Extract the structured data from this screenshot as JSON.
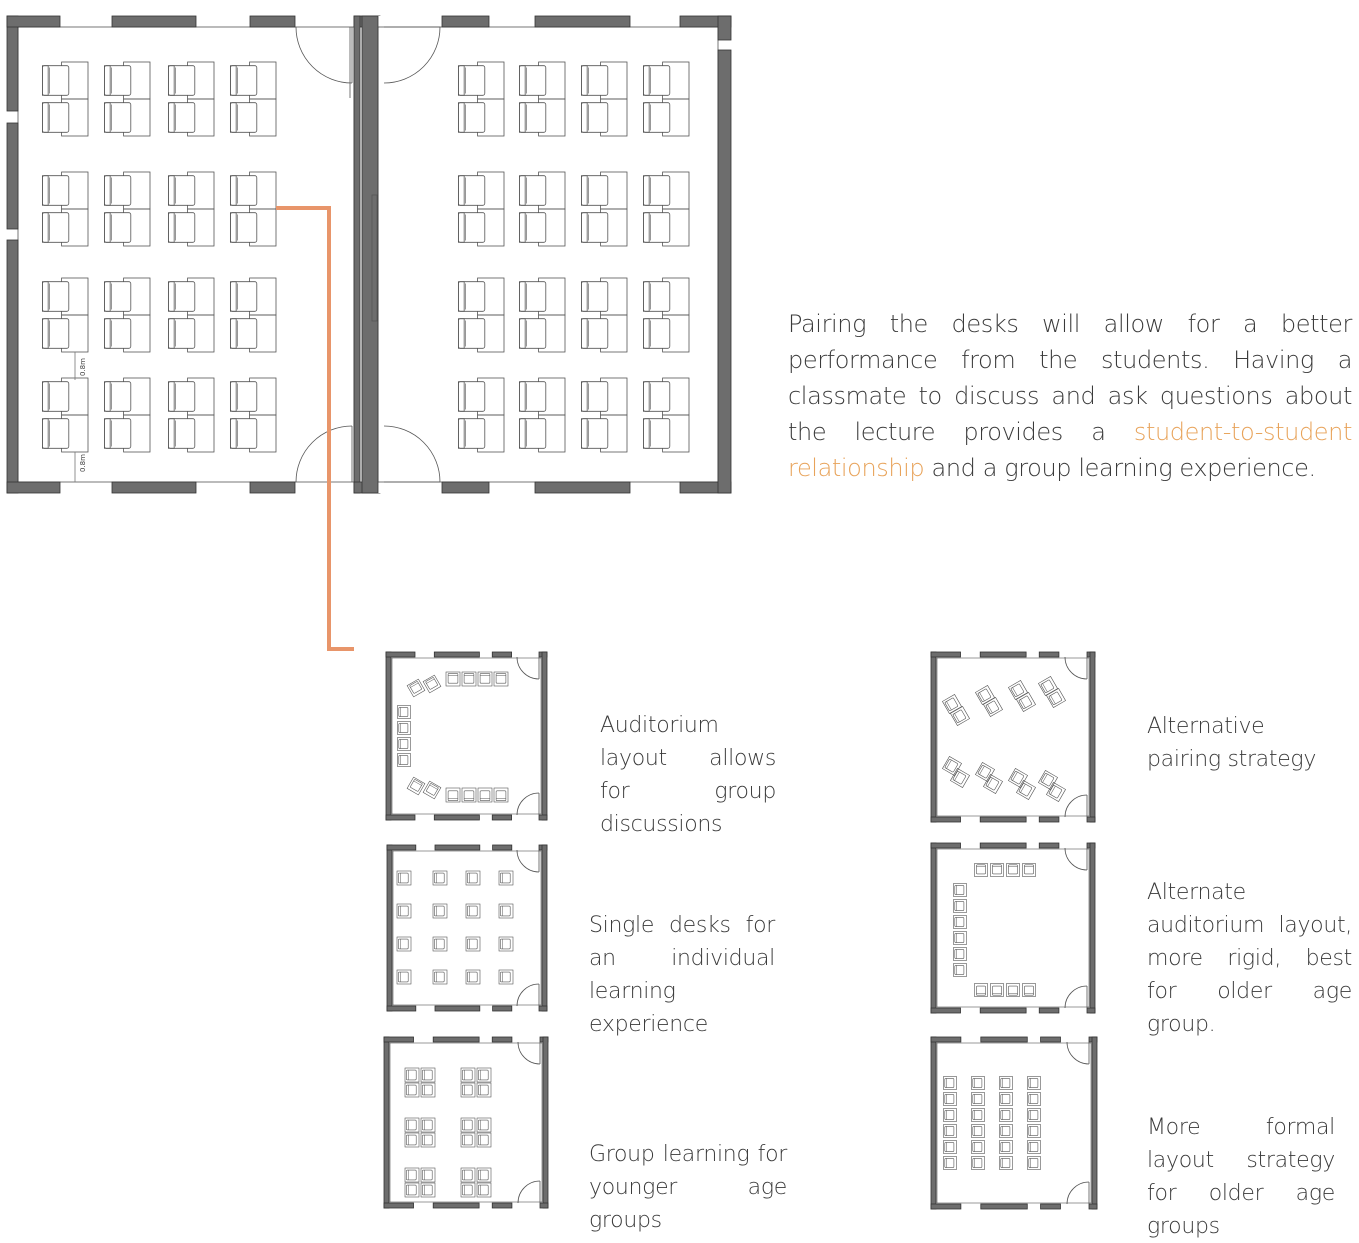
{
  "colors": {
    "wall": "#6d6d6d",
    "line": "#555555",
    "connector": "#e8956a",
    "accent_text": "#e8a35a",
    "text": "#3a3a3a"
  },
  "plan": {
    "dimension_label": "0.8m"
  },
  "description": {
    "before": "Pairing the desks will allow for a better performance from the students. Having a classmate to discuss and ask questions about the lecture provides a ",
    "highlight": "student-to-student relationship",
    "after": " and a group learning experience."
  },
  "layouts": [
    {
      "caption": "Auditorium layout allows for group discussions"
    },
    {
      "caption": "Single desks for an individual learning experience"
    },
    {
      "caption": "Group learning for younger age groups"
    },
    {
      "caption": "Alternative pairing strategy"
    },
    {
      "caption": "Alternate auditorium layout, more rigid, best for older age group."
    },
    {
      "caption": "More formal layout strategy for older age groups"
    }
  ]
}
